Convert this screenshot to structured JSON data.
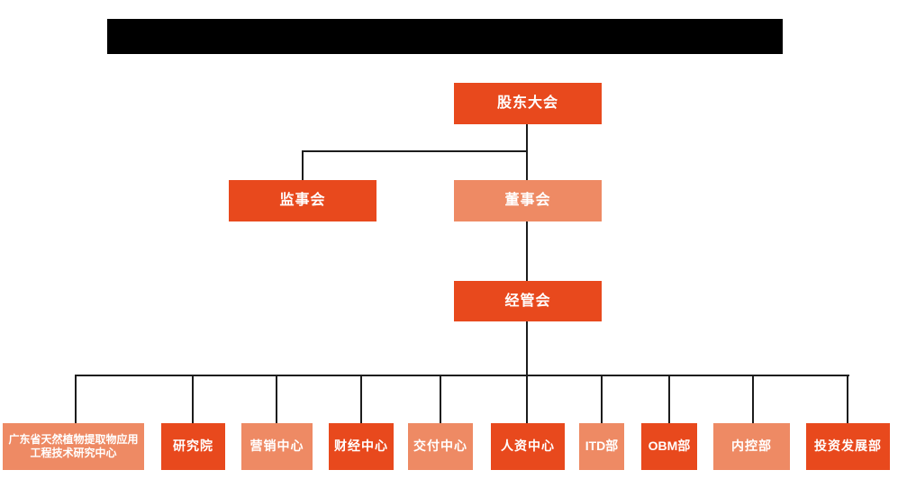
{
  "colors": {
    "primary_box": "#e8491d",
    "secondary_box": "#ee8a64",
    "connector_line": "#1c1c1c",
    "redacted_bar": "#000000",
    "box_text": "#ffffff",
    "background": "#ffffff"
  },
  "org_chart": {
    "nodes": {
      "shareholders": {
        "label": "股东大会"
      },
      "supervisory": {
        "label": "监事会"
      },
      "board": {
        "label": "董事会"
      },
      "management": {
        "label": "经管会"
      }
    },
    "departments": [
      {
        "label": "广东省天然植物提取物应用工程技术研究中心"
      },
      {
        "label": "研究院"
      },
      {
        "label": "营销中心"
      },
      {
        "label": "财经中心"
      },
      {
        "label": "交付中心"
      },
      {
        "label": "人资中心"
      },
      {
        "label": "ITD部"
      },
      {
        "label": "OBM部"
      },
      {
        "label": "内控部"
      },
      {
        "label": "投资发展部"
      }
    ]
  }
}
